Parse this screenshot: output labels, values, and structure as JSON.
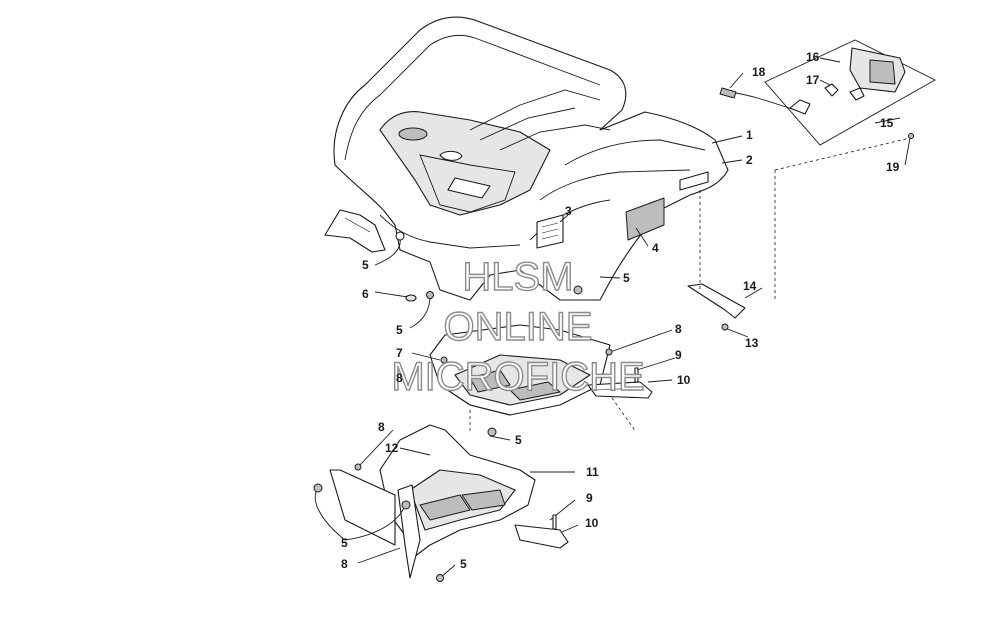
{
  "watermark": {
    "line1": "HLSM",
    "line2": "ONLINE",
    "line3": "MICROFICHE"
  },
  "callouts": {
    "c1": "1",
    "c2": "2",
    "c3": "3",
    "c4": "4",
    "c5a": "5",
    "c5b": "5",
    "c5c": "5",
    "c5d": "5",
    "c5e": "5",
    "c5f": "5",
    "c6": "6",
    "c7": "7",
    "c8a": "8",
    "c8b": "8",
    "c8c": "8",
    "c8d": "8",
    "c9a": "9",
    "c9b": "9",
    "c10a": "10",
    "c10b": "10",
    "c11": "11",
    "c12": "12",
    "c13": "13",
    "c14": "14",
    "c15": "15",
    "c16": "16",
    "c17": "17",
    "c18": "18",
    "c19": "19"
  },
  "colors": {
    "line": "#1a1a1a",
    "watermark_stroke": "#8c8c8c",
    "shade": "#e6e6e6"
  }
}
